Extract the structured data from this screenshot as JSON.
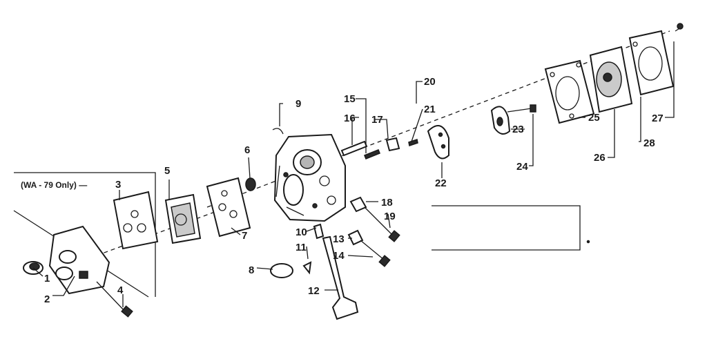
{
  "diagram": {
    "note": "(WA - 79 Only) —",
    "callouts": [
      "1",
      "2",
      "3",
      "4",
      "5",
      "6",
      "7",
      "8",
      "9",
      "10",
      "11",
      "12",
      "13",
      "14",
      "15",
      "16",
      "17",
      "18",
      "19",
      "20",
      "21",
      "22",
      "23",
      "24",
      "25",
      "26",
      "27",
      "28"
    ]
  }
}
